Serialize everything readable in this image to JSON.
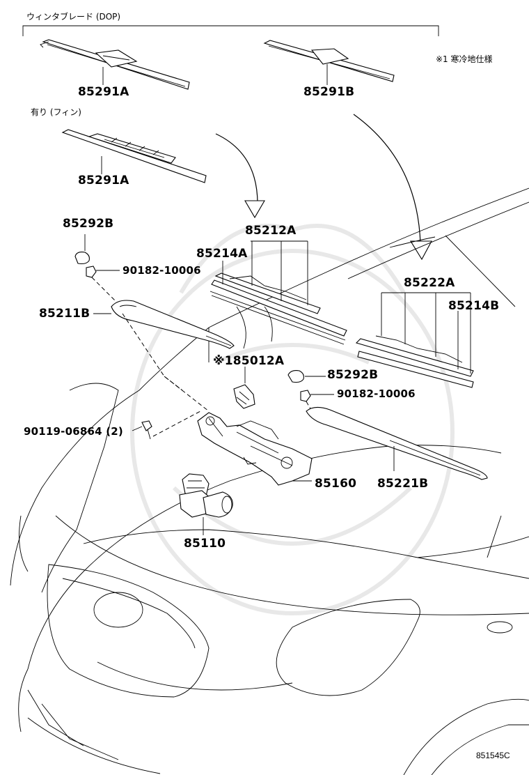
{
  "header": {
    "wiper_blade_dop": "ウィンタブレード (DOP)",
    "with_fin": "有り (フィン)",
    "note_cold_region": "※1 寒冷地仕様"
  },
  "parts": {
    "p85291A_top": "85291A",
    "p85291B": "85291B",
    "p85291A_mid": "85291A",
    "p85292B_left": "85292B",
    "p90182_left": "90182-10006",
    "p85211B": "85211B",
    "p85212A": "85212A",
    "p85214A": "85214A",
    "p85222A": "85222A",
    "p85214B": "85214B",
    "p85012A": "※185012A",
    "p85292B_right": "85292B",
    "p90182_right": "90182-10006",
    "p90119": "90119-06864 (2)",
    "p85160": "85160",
    "p85221B": "85221B",
    "p85110": "85110"
  },
  "footer": {
    "diagram_code": "851545C"
  },
  "icons": [
    "wiper-blade-icon",
    "wiper-arm-icon",
    "wiper-motor-icon",
    "wiper-link-icon",
    "nut-icon",
    "cap-icon",
    "bolt-icon",
    "rubber-insert-icon",
    "car-front-outline-icon"
  ]
}
